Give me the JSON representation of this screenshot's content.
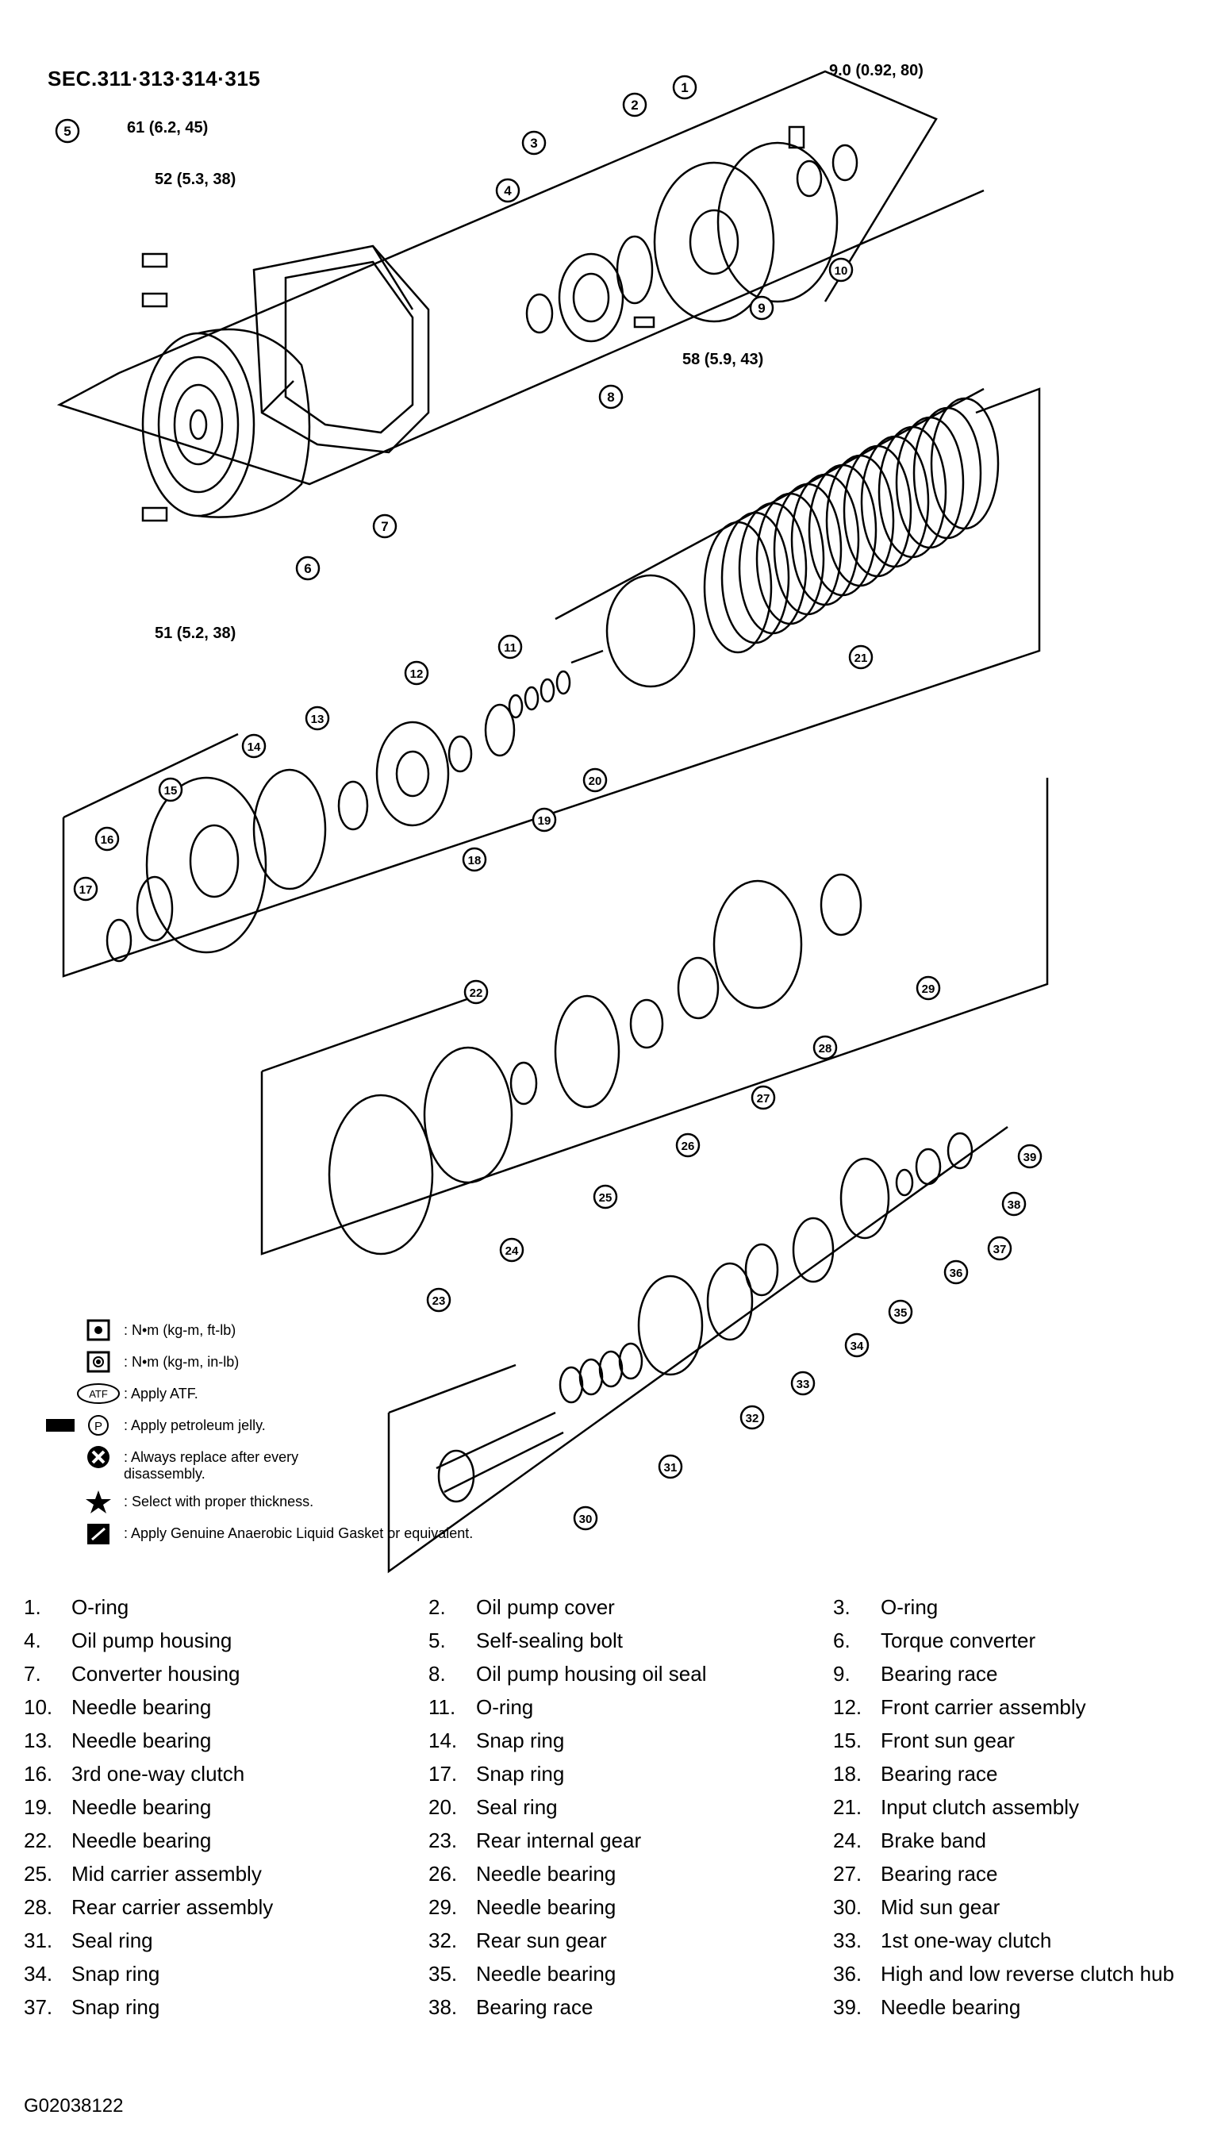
{
  "diagram": {
    "section": "SEC.311·313·314·315",
    "torques": {
      "t1": "9.0  (0.92,  80)",
      "t5": "61  (6.2,  45)",
      "t52": "52  (5.3,  38)",
      "t58": "58  (5.9,  43)",
      "t51": "51  (5.2,  38)"
    },
    "callouts": [
      "1",
      "2",
      "3",
      "4",
      "5",
      "6",
      "7",
      "8",
      "9",
      "10",
      "11",
      "12",
      "13",
      "14",
      "15",
      "16",
      "17",
      "18",
      "19",
      "20",
      "21",
      "22",
      "23",
      "24",
      "25",
      "26",
      "27",
      "28",
      "29",
      "30",
      "31",
      "32",
      "33",
      "34",
      "35",
      "36",
      "37",
      "38",
      "39"
    ],
    "atf": "ATF",
    "p_mark": "P"
  },
  "legend": {
    "nm_ftlb": ": N•m  (kg-m,  ft-lb)",
    "nm_inlb": ": N•m  (kg-m,  in-lb)",
    "atf": ": Apply ATF.",
    "petroleum": ": Apply petroleum jelly.",
    "replace": ": Always replace after every disassembly.",
    "thickness": ": Select with proper thickness.",
    "gasket": ": Apply Genuine Anaerobic Liquid Gasket or equivalent."
  },
  "parts": [
    {
      "num": "1.",
      "name": "O-ring"
    },
    {
      "num": "2.",
      "name": "Oil pump cover"
    },
    {
      "num": "3.",
      "name": "O-ring"
    },
    {
      "num": "4.",
      "name": "Oil pump housing"
    },
    {
      "num": "5.",
      "name": "Self-sealing bolt"
    },
    {
      "num": "6.",
      "name": "Torque converter"
    },
    {
      "num": "7.",
      "name": "Converter housing"
    },
    {
      "num": "8.",
      "name": "Oil pump housing oil seal"
    },
    {
      "num": "9.",
      "name": "Bearing race"
    },
    {
      "num": "10.",
      "name": "Needle bearing"
    },
    {
      "num": "11.",
      "name": "O-ring"
    },
    {
      "num": "12.",
      "name": "Front carrier assembly"
    },
    {
      "num": "13.",
      "name": "Needle bearing"
    },
    {
      "num": "14.",
      "name": "Snap ring"
    },
    {
      "num": "15.",
      "name": "Front sun gear"
    },
    {
      "num": "16.",
      "name": "3rd one-way clutch"
    },
    {
      "num": "17.",
      "name": "Snap ring"
    },
    {
      "num": "18.",
      "name": "Bearing race"
    },
    {
      "num": "19.",
      "name": "Needle bearing"
    },
    {
      "num": "20.",
      "name": "Seal ring"
    },
    {
      "num": "21.",
      "name": "Input clutch assembly"
    },
    {
      "num": "22.",
      "name": "Needle bearing"
    },
    {
      "num": "23.",
      "name": "Rear internal gear"
    },
    {
      "num": "24.",
      "name": "Brake band"
    },
    {
      "num": "25.",
      "name": "Mid carrier assembly"
    },
    {
      "num": "26.",
      "name": "Needle bearing"
    },
    {
      "num": "27.",
      "name": "Bearing race"
    },
    {
      "num": "28.",
      "name": "Rear carrier assembly"
    },
    {
      "num": "29.",
      "name": "Needle bearing"
    },
    {
      "num": "30.",
      "name": "Mid sun gear"
    },
    {
      "num": "31.",
      "name": "Seal ring"
    },
    {
      "num": "32.",
      "name": "Rear sun gear"
    },
    {
      "num": "33.",
      "name": "1st one-way clutch"
    },
    {
      "num": "34.",
      "name": "Snap ring"
    },
    {
      "num": "35.",
      "name": "Needle bearing"
    },
    {
      "num": "36.",
      "name": "High and low reverse clutch hub"
    },
    {
      "num": "37.",
      "name": "Snap ring"
    },
    {
      "num": "38.",
      "name": "Bearing race"
    },
    {
      "num": "39.",
      "name": "Needle bearing"
    }
  ],
  "figure_code": "G02038122"
}
